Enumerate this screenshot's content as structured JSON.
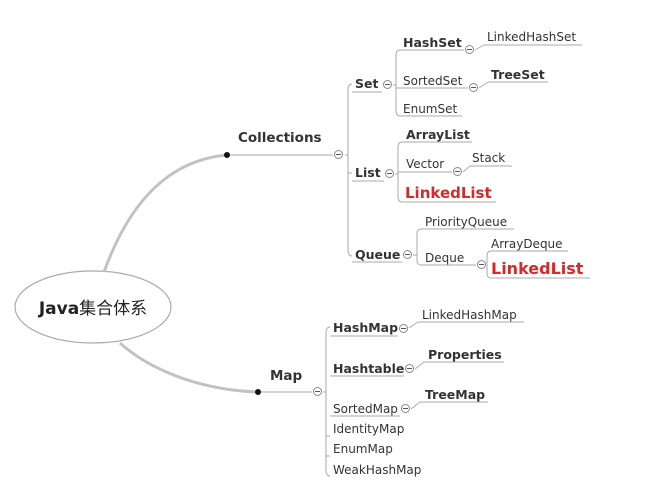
{
  "root": {
    "name": "Java",
    "suffix": "集合体系"
  },
  "collections": "Collections",
  "set": "Set",
  "hashset": "HashSet",
  "linkedhashset": "LinkedHashSet",
  "sortedset": "SortedSet",
  "treeset": "TreeSet",
  "enumset": "EnumSet",
  "list": "List",
  "arraylist": "ArrayList",
  "vector": "Vector",
  "stack": "Stack",
  "linkedlist": "LinkedList",
  "queue": "Queue",
  "priorityqueue": "PriorityQueue",
  "deque": "Deque",
  "arraydeque": "ArrayDeque",
  "linkedlist2": "LinkedList",
  "map": "Map",
  "hashmap": "HashMap",
  "linkedhashmap": "LinkedHashMap",
  "hashtable": "Hashtable",
  "properties": "Properties",
  "sortedmap": "SortedMap",
  "treemap": "TreeMap",
  "identitymap": "IdentityMap",
  "enummap": "EnumMap",
  "weakhashmap": "WeakHashMap",
  "colors": {
    "line": "#aaaaaa",
    "emphasis": "#d42a2a",
    "curve": "#bbbbbb"
  }
}
